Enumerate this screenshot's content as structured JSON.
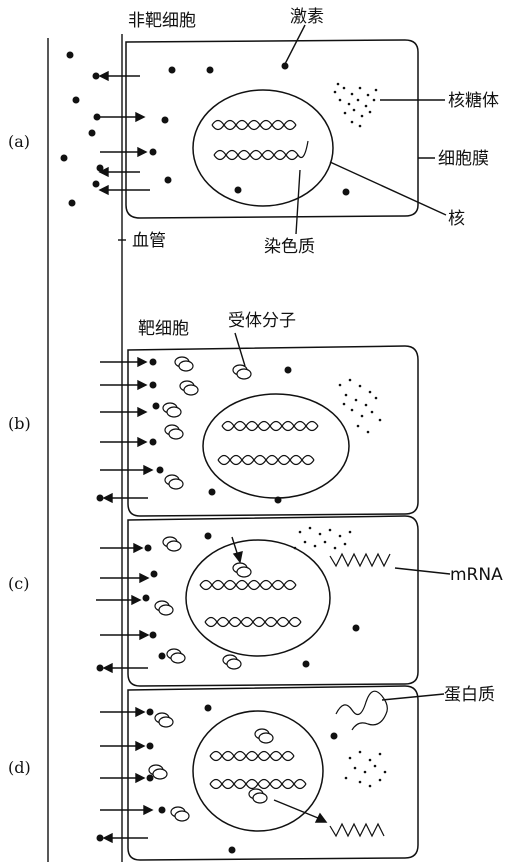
{
  "labels": {
    "non_target_cell": "非靶细胞",
    "hormone": "激素",
    "ribosome": "核糖体",
    "cell_membrane": "细胞膜",
    "nucleus": "核",
    "chromatin": "染色质",
    "blood_vessel": "血管",
    "target_cell": "靶细胞",
    "receptor": "受体分子",
    "mrna": "mRNA",
    "protein": "蛋白质"
  },
  "panels": [
    "(a)",
    "(b)",
    "(c)",
    "(d)"
  ]
}
